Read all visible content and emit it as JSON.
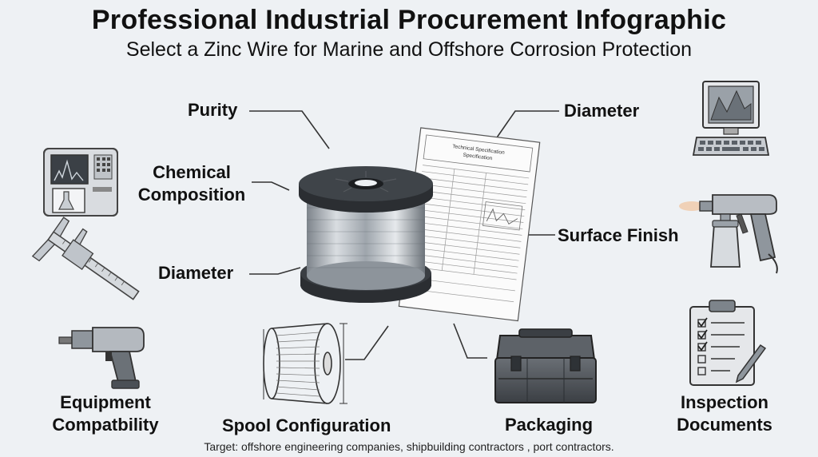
{
  "header": {
    "title": "Professional Industrial Procurement Infographic",
    "subtitle": "Select a Zinc Wire for Marine and Offshore Corrosion Protection"
  },
  "labels": {
    "purity": "Purity",
    "chemical_composition_line1": "Chemical",
    "chemical_composition_line2": "Composition",
    "diameter_left": "Diameter",
    "diameter_right": "Diameter",
    "surface_finish": "Surface Finish",
    "equipment_line1": "Equipment",
    "equipment_line2": "Compatbility",
    "spool_configuration": "Spool Configuration",
    "packaging": "Packaging",
    "inspection_line1": "Inspection",
    "inspection_line2": "Documents"
  },
  "document": {
    "title_line1": "Technical Specification",
    "title_line2": "Specification"
  },
  "footer": {
    "target": "Target: offshore engineering companies, shipbuilding contractors , port contractors."
  }
}
